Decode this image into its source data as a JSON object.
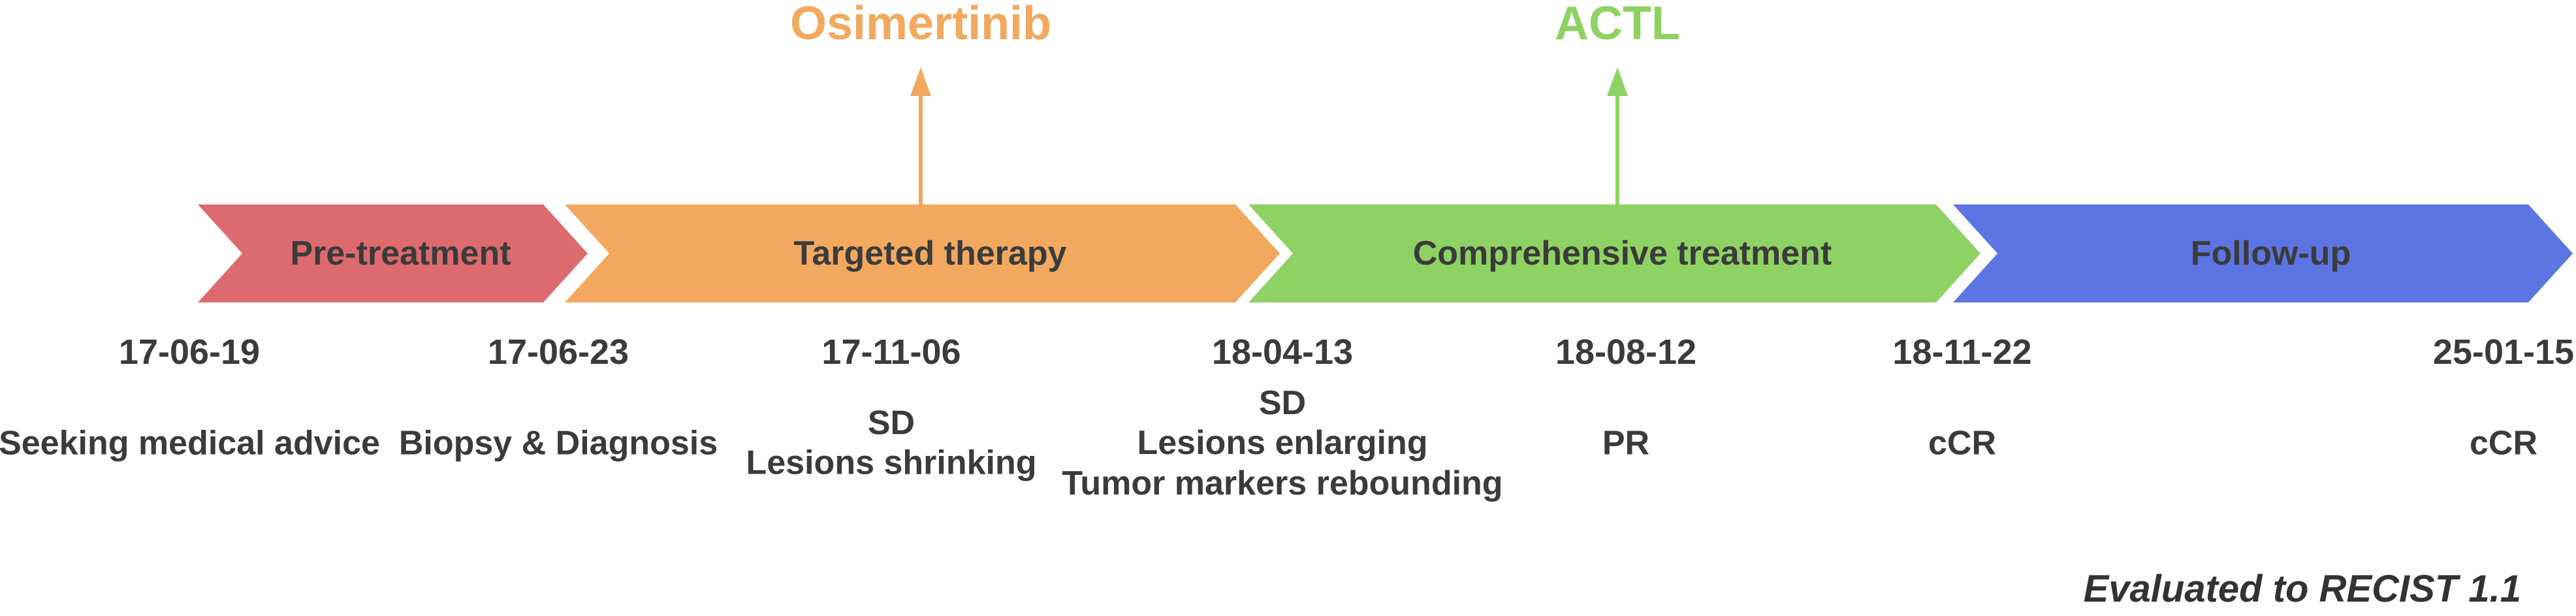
{
  "drug_annotations": [
    {
      "name": "Osimertinib",
      "color": "#F2A95F"
    },
    {
      "name": "ACTL",
      "color": "#8FD264"
    }
  ],
  "timeline": {
    "segments": [
      {
        "label": "Pre-treatment",
        "color": "#DD6A6E"
      },
      {
        "label": "Targeted therapy",
        "color": "#F2A95F"
      },
      {
        "label": "Comprehensive treatment",
        "color": "#8FD264"
      },
      {
        "label": "Follow-up",
        "color": "#5C75E2"
      }
    ]
  },
  "events": [
    {
      "date": "17-06-19",
      "lines": [
        "Seeking medical advice"
      ]
    },
    {
      "date": "17-06-23",
      "lines": [
        "Biopsy & Diagnosis"
      ]
    },
    {
      "date": "17-11-06",
      "lines": [
        "SD",
        "Lesions shrinking"
      ]
    },
    {
      "date": "18-04-13",
      "lines": [
        "SD",
        "Lesions enlarging",
        "Tumor markers rebounding"
      ]
    },
    {
      "date": "18-08-12",
      "lines": [
        "PR"
      ]
    },
    {
      "date": "18-11-22",
      "lines": [
        "cCR"
      ]
    },
    {
      "date": "25-01-15",
      "lines": [
        "cCR"
      ]
    }
  ],
  "footnote": "Evaluated to RECIST 1.1",
  "text_color": "#3B3B3B"
}
